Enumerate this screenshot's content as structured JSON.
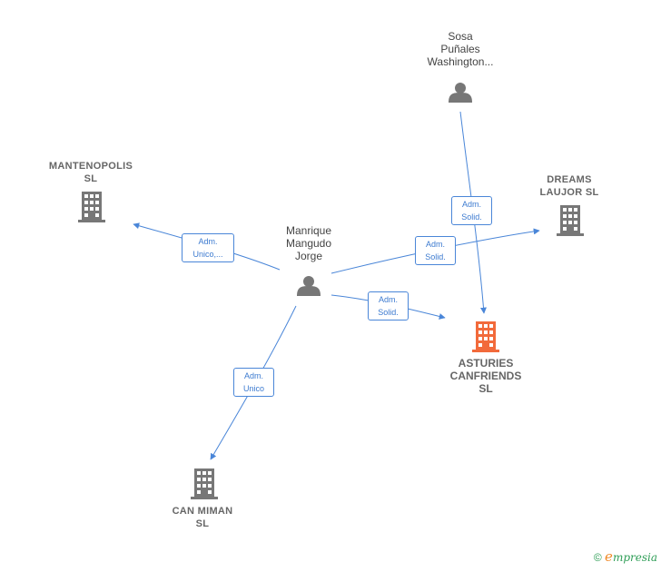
{
  "nodes": {
    "sosa": {
      "name": [
        "Sosa",
        "Puñales",
        "Washington..."
      ],
      "type": "person"
    },
    "manrique": {
      "name": [
        "Manrique",
        "Mangudo",
        "Jorge"
      ],
      "type": "person"
    },
    "mantenopolis": {
      "name": [
        "MANTENOPOLIS",
        "SL"
      ],
      "type": "company"
    },
    "dreams": {
      "name": [
        "DREAMS",
        "LAUJOR  SL"
      ],
      "type": "company"
    },
    "asturies": {
      "name": [
        "ASTURIES",
        "CANFRIENDS",
        "SL"
      ],
      "type": "company-main"
    },
    "canmiman": {
      "name": [
        "CAN MIMAN",
        "SL"
      ],
      "type": "company"
    }
  },
  "edges": [
    {
      "id": "sosa-asturies",
      "label": [
        "Adm.",
        "Solid."
      ]
    },
    {
      "id": "manrique-mantenopolis",
      "label": [
        "Adm.",
        "Unico,..."
      ]
    },
    {
      "id": "manrique-dreams",
      "label": [
        "Adm.",
        "Solid."
      ]
    },
    {
      "id": "manrique-asturies",
      "label": [
        "Adm.",
        "Solid."
      ]
    },
    {
      "id": "manrique-canmiman",
      "label": [
        "Adm.",
        "Unico"
      ]
    }
  ],
  "colors": {
    "edge": "#4a86d8",
    "icon": "#777777",
    "main_icon": "#f26a3b",
    "brand_e": "#f08a28",
    "brand_text": "#2f9e57"
  },
  "footer": {
    "copyright": "©",
    "brand_e": "e",
    "brand_rest": "mpresia"
  }
}
